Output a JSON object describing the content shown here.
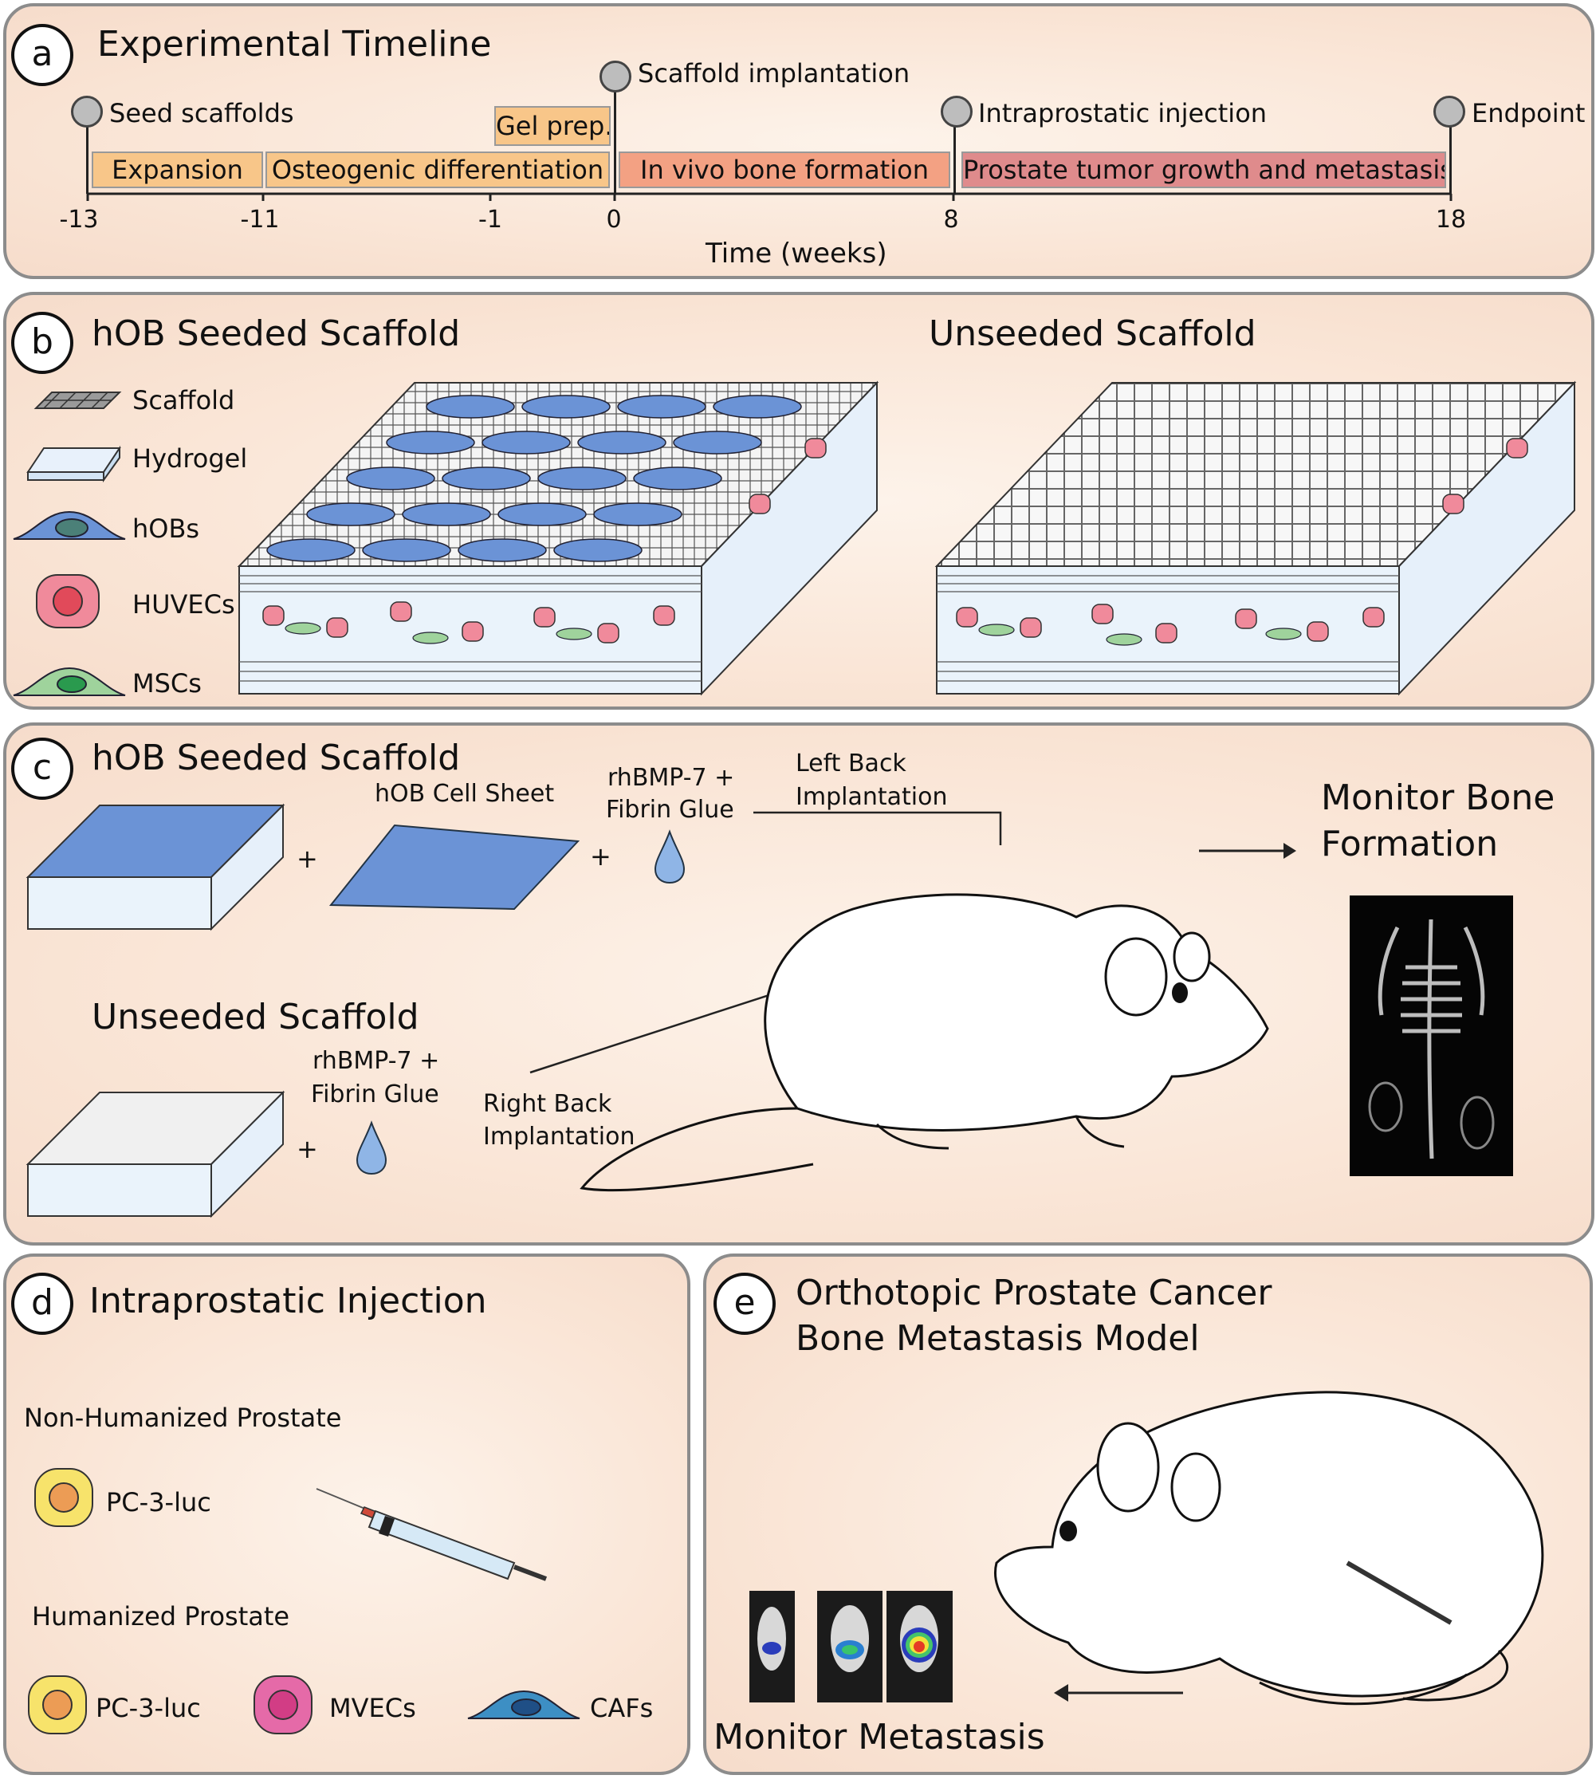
{
  "panel_a": {
    "letter": "a",
    "title": "Experimental Timeline",
    "events": [
      "Seed scaffolds",
      "Gel prep.",
      "Scaffold implantation",
      "Intraprostatic injection",
      "Endpoint"
    ],
    "phases": [
      "Expansion",
      "Osteogenic differentiation",
      "In vivo bone formation",
      "Prostate tumor growth and metastasis"
    ],
    "ticks": [
      "-13",
      "-11",
      "-1",
      "0",
      "8",
      "18"
    ],
    "xlabel": "Time (weeks)",
    "colors": {
      "expansion": "#f8c689",
      "gel": "#f8c689",
      "invivo": "#f3a183",
      "tumor": "#df8b8c"
    }
  },
  "panel_b": {
    "letter": "b",
    "title_left": "hOB Seeded Scaffold",
    "title_right": "Unseeded Scaffold",
    "legend": [
      "Scaffold",
      "Hydrogel",
      "hOBs",
      "HUVECs",
      "MSCs"
    ],
    "colors": {
      "hob": "#6b93d6",
      "huvec": "#f08a9b",
      "huvec_nucleus": "#e14a5a",
      "msc": "#9fd39c",
      "hydrogel": "#e8f1fb"
    }
  },
  "panel_c": {
    "letter": "c",
    "title_top": "hOB Seeded Scaffold",
    "sheet_label": "hOB Cell Sheet",
    "bmp_label_1": "rhBMP-7 +",
    "bmp_label_2": "Fibrin Glue",
    "left_back_1": "Left Back",
    "left_back_2": "Implantation",
    "monitor_1": "Monitor Bone",
    "monitor_2": "Formation",
    "title_bottom": "Unseeded Scaffold",
    "bmp2_label_1": "rhBMP-7 +",
    "bmp2_label_2": "Fibrin Glue",
    "right_back_1": "Right Back",
    "right_back_2": "Implantation",
    "plus": "+"
  },
  "panel_d": {
    "letter": "d",
    "title": "Intraprostatic Injection",
    "group1": "Non-Humanized Prostate",
    "cell1": "PC-3-luc",
    "group2": "Humanized Prostate",
    "cells2": [
      "PC-3-luc",
      "MVECs",
      "CAFs"
    ],
    "colors": {
      "pc3": "#f7e36b",
      "pc3_nucleus": "#ec9c55",
      "mvec": "#e56aa8",
      "caf": "#3d8fc4"
    }
  },
  "panel_e": {
    "letter": "e",
    "title_1": "Orthotopic Prostate Cancer",
    "title_2": "Bone Metastasis Model",
    "monitor": "Monitor Metastasis"
  }
}
